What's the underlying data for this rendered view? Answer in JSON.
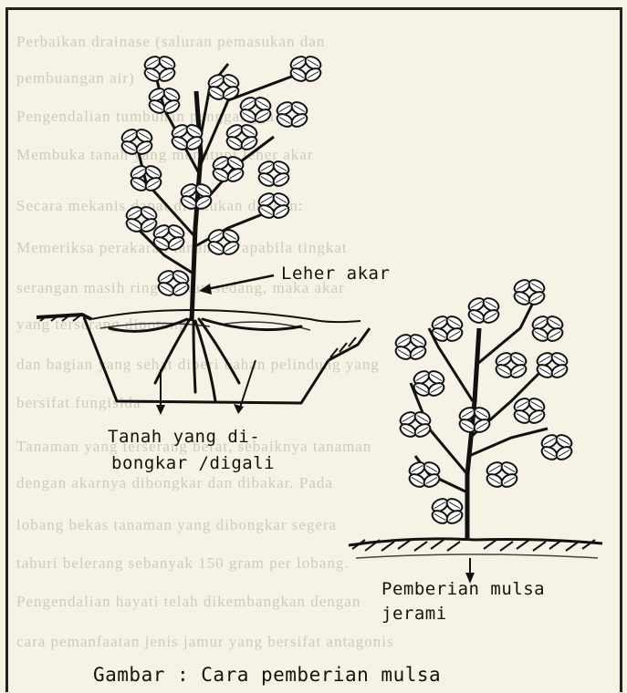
{
  "labels": {
    "root_collar": "Leher akar",
    "dug_soil_line1": "Tanah yang di-",
    "dug_soil_line2": "bongkar /digali",
    "mulch_line1": "Pemberian mulsa",
    "mulch_line2": "jerami"
  },
  "caption": "Gambar : Cara pemberian mulsa",
  "bleed_through_text": [
    "Perbaikan drainase (saluran pemasukan dan",
    "pembuangan air)",
    "Pengendalian tumbuhan pengganggu",
    "Membuka tanah yang menutupi leher akar",
    "Secara mekanis dapat dilakukan dengan:",
    "Memeriksa perakaran tanaman, apabila tingkat",
    "serangan masih ringan atau sedang, maka akar",
    "yang terserang dipotong",
    "dan bagian yang sehat diberi bahan pelindung yang",
    "bersifat fungisida",
    "Tanaman yang terserang berat, sebaiknya tanaman",
    "dengan akarnya dibongkar dan dibakar. Pada",
    "lobang bekas tanaman yang dibongkar segera",
    "taburi belerang sebanyak 150 gram per lobang.",
    "Pengendalian hayati telah dikembangkan dengan",
    "cara pemanfaatan jenis jamur yang bersifat antagonis"
  ]
}
